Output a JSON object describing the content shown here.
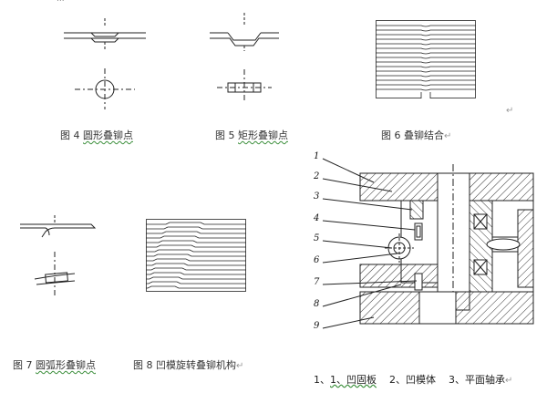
{
  "header_fragment": "...",
  "captions": {
    "fig4": {
      "prefix": "图 4 ",
      "main": "圆形叠铆点",
      "suffix": ""
    },
    "fig5": {
      "prefix": "图 5 ",
      "main": "矩形叠铆点",
      "suffix": ""
    },
    "fig6": {
      "prefix": "图 6 叠铆结合",
      "main": "",
      "suffix": "↵"
    },
    "fig7": {
      "prefix": "图 7 ",
      "main": "圆弧形叠铆点",
      "suffix": ""
    },
    "fig8": {
      "prefix": "图 8 凹模旋转叠铆机构",
      "main": "",
      "suffix": "↵"
    }
  },
  "paragraph_mark_top": "↵",
  "part_numbers": [
    "1",
    "2",
    "3",
    "4",
    "5",
    "6",
    "7",
    "8",
    "9"
  ],
  "legend": {
    "item1": "1、凹固板",
    "item2": "2、凹模体",
    "item3": "3、平面轴承",
    "mark": "↵"
  },
  "colors": {
    "line": "#222222",
    "hatch": "#333333",
    "caption": "#333333",
    "spellcheck": "#3b8e3b"
  }
}
